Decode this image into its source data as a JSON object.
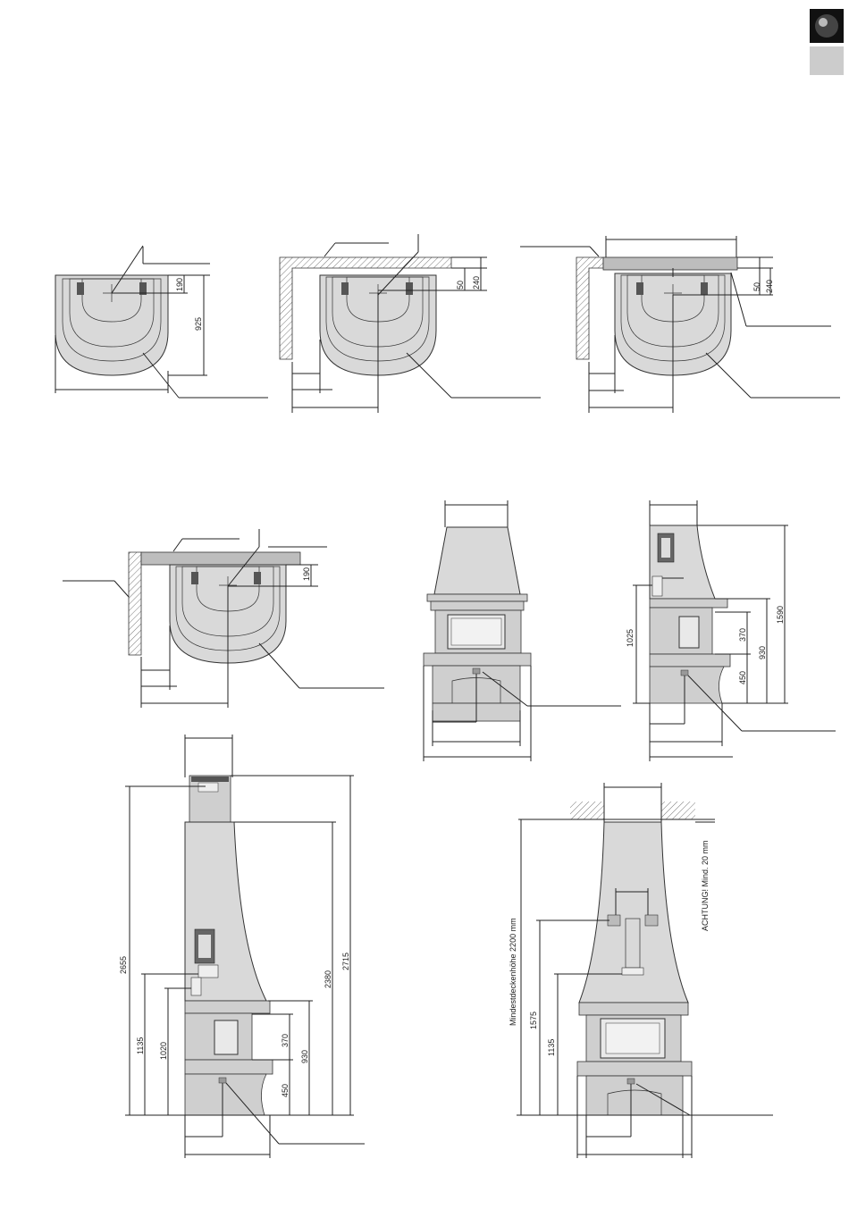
{
  "colors": {
    "stove_fill": "#d9d9d9",
    "line": "#222222",
    "wall": "#bdbdbd",
    "tab_dark": "#111111",
    "tab_light": "#cccccc"
  },
  "icons": {
    "corner_tab_top": "dark-sphere-icon",
    "corner_tab_bottom": "grey-square-icon"
  },
  "plan_views": {
    "free_standing": {
      "dim_190": "190",
      "dim_925": "925"
    },
    "wall_back": {
      "dim_50": "50",
      "dim_240": "240"
    },
    "wall_back_panel": {
      "dim_50": "50",
      "dim_240": "240"
    },
    "corner_panel": {
      "dim_190": "190"
    }
  },
  "side_view_small": {
    "dim_1025": "1025",
    "dim_370": "370",
    "dim_930": "930",
    "dim_450": "450",
    "dim_1590": "1590"
  },
  "side_view_large": {
    "dim_2655": "2655",
    "dim_1135": "1135",
    "dim_1020": "1020",
    "dim_2380": "2380",
    "dim_2715": "2715",
    "dim_370": "370",
    "dim_930": "930",
    "dim_450": "450"
  },
  "front_view_large": {
    "min_ceiling": "Mindestdeckenhöhe 2200 mm",
    "warning": "ACHTUNG! Mind. 20 mm",
    "dim_1575": "1575",
    "dim_1135": "1135"
  }
}
